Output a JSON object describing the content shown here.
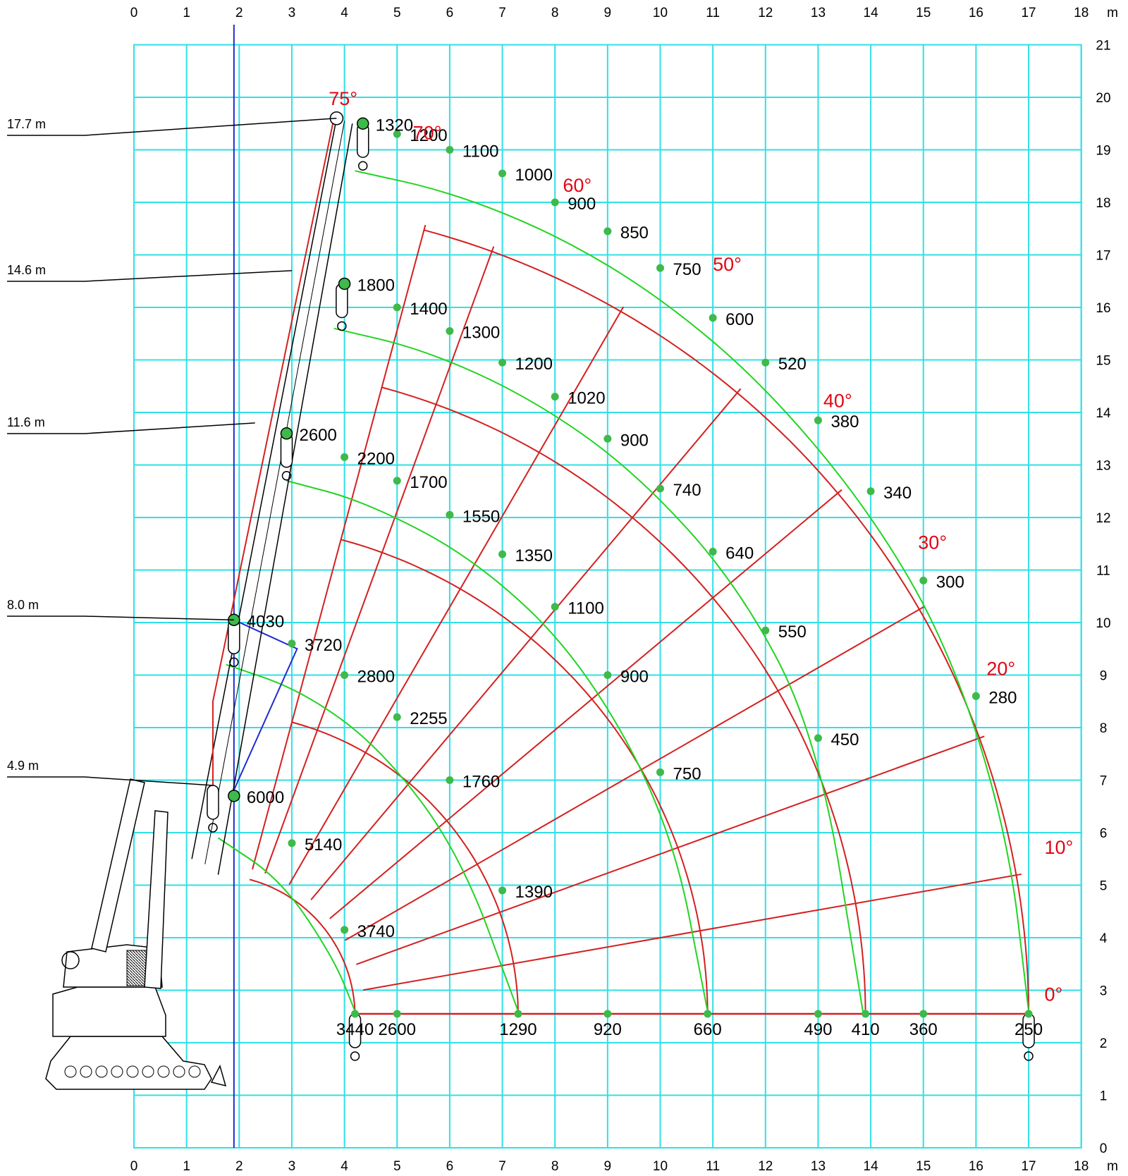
{
  "colors": {
    "grid": "#2fe0e6",
    "radius_curve": "#d42020",
    "hook_curve": "#22d422",
    "angle_label": "#e30613",
    "point": "#3dba4a",
    "limit_line": "#1f2bd0",
    "text": "#000000"
  },
  "chart_data": {
    "type": "scatter",
    "title": "",
    "x_unit": "m",
    "y_unit": "",
    "xlim": [
      0,
      18
    ],
    "ylim": [
      0,
      21
    ],
    "x_ticks": [
      "0",
      "1",
      "2",
      "3",
      "4",
      "5",
      "6",
      "7",
      "8",
      "9",
      "10",
      "11",
      "12",
      "13",
      "14",
      "15",
      "16",
      "17",
      "18"
    ],
    "y_ticks": [
      "0",
      "1",
      "2",
      "3",
      "4",
      "5",
      "6",
      "7",
      "8",
      "9",
      "10",
      "11",
      "12",
      "13",
      "14",
      "15",
      "16",
      "17",
      "18",
      "19",
      "20",
      "21"
    ],
    "boom_lengths": [
      "4.9 m",
      "8.0 m",
      "11.6 m",
      "14.6 m",
      "17.7 m"
    ],
    "angles": [
      {
        "label": "0°",
        "deg": 0
      },
      {
        "label": "10°",
        "deg": 10
      },
      {
        "label": "20°",
        "deg": 20
      },
      {
        "label": "30°",
        "deg": 30
      },
      {
        "label": "40°",
        "deg": 40
      },
      {
        "label": "50°",
        "deg": 50
      },
      {
        "label": "60°",
        "deg": 60
      },
      {
        "label": "70°",
        "deg": 70
      },
      {
        "label": "75°",
        "deg": 75
      }
    ],
    "pivot": {
      "x": 1.5,
      "y": 2.5
    },
    "arc_radii_m": [
      2.7,
      5.8,
      9.4,
      12.4,
      15.5
    ],
    "series": [
      {
        "name": "4.9 m",
        "points": [
          {
            "x": 1.9,
            "y": 6.7,
            "label": "6000"
          },
          {
            "x": 3.0,
            "y": 5.8,
            "label": "5140"
          },
          {
            "x": 4.0,
            "y": 4.15,
            "label": "3740"
          },
          {
            "x": 4.2,
            "y": 2.55,
            "label": "3440"
          }
        ]
      },
      {
        "name": "8.0 m",
        "points": [
          {
            "x": 1.9,
            "y": 10.05,
            "label": "4030"
          },
          {
            "x": 3.0,
            "y": 9.6,
            "label": "3720"
          },
          {
            "x": 4.0,
            "y": 9.0,
            "label": "2800"
          },
          {
            "x": 5.0,
            "y": 8.2,
            "label": "2255"
          },
          {
            "x": 6.0,
            "y": 7.0,
            "label": "1760"
          },
          {
            "x": 7.0,
            "y": 4.9,
            "label": "1390"
          },
          {
            "x": 5.0,
            "y": 2.55,
            "label": "2600"
          },
          {
            "x": 7.3,
            "y": 2.55,
            "label": "1290"
          }
        ]
      },
      {
        "name": "11.6 m",
        "points": [
          {
            "x": 2.9,
            "y": 13.6,
            "label": "2600"
          },
          {
            "x": 4.0,
            "y": 13.15,
            "label": "2200"
          },
          {
            "x": 5.0,
            "y": 12.7,
            "label": "1700"
          },
          {
            "x": 6.0,
            "y": 12.05,
            "label": "1550"
          },
          {
            "x": 7.0,
            "y": 11.3,
            "label": "1350"
          },
          {
            "x": 8.0,
            "y": 10.3,
            "label": "1100"
          },
          {
            "x": 9.0,
            "y": 9.0,
            "label": "900"
          },
          {
            "x": 10.0,
            "y": 7.15,
            "label": "750"
          },
          {
            "x": 9.0,
            "y": 2.55,
            "label": "920"
          },
          {
            "x": 10.9,
            "y": 2.55,
            "label": "660"
          }
        ]
      },
      {
        "name": "14.6 m",
        "points": [
          {
            "x": 4.0,
            "y": 16.45,
            "label": "1800"
          },
          {
            "x": 5.0,
            "y": 16.0,
            "label": "1400"
          },
          {
            "x": 6.0,
            "y": 15.55,
            "label": "1300"
          },
          {
            "x": 7.0,
            "y": 14.95,
            "label": "1200"
          },
          {
            "x": 8.0,
            "y": 14.3,
            "label": "1020"
          },
          {
            "x": 9.0,
            "y": 13.5,
            "label": "900"
          },
          {
            "x": 10.0,
            "y": 12.55,
            "label": "740"
          },
          {
            "x": 11.0,
            "y": 11.35,
            "label": "640"
          },
          {
            "x": 12.0,
            "y": 9.85,
            "label": "550"
          },
          {
            "x": 13.0,
            "y": 7.8,
            "label": "450"
          },
          {
            "x": 13.0,
            "y": 2.55,
            "label": "490"
          },
          {
            "x": 13.9,
            "y": 2.55,
            "label": "410"
          }
        ]
      },
      {
        "name": "17.7 m",
        "points": [
          {
            "x": 4.35,
            "y": 19.5,
            "label": "1320"
          },
          {
            "x": 5.0,
            "y": 19.3,
            "label": "1200"
          },
          {
            "x": 6.0,
            "y": 19.0,
            "label": "1100"
          },
          {
            "x": 7.0,
            "y": 18.55,
            "label": "1000"
          },
          {
            "x": 8.0,
            "y": 18.0,
            "label": "900"
          },
          {
            "x": 9.0,
            "y": 17.45,
            "label": "850"
          },
          {
            "x": 10.0,
            "y": 16.75,
            "label": "750"
          },
          {
            "x": 11.0,
            "y": 15.8,
            "label": "600"
          },
          {
            "x": 12.0,
            "y": 14.95,
            "label": "520"
          },
          {
            "x": 13.0,
            "y": 13.85,
            "label": "380"
          },
          {
            "x": 14.0,
            "y": 12.5,
            "label": "340"
          },
          {
            "x": 15.0,
            "y": 10.8,
            "label": "300"
          },
          {
            "x": 16.0,
            "y": 8.6,
            "label": "280"
          },
          {
            "x": 15.0,
            "y": 2.55,
            "label": "360"
          },
          {
            "x": 17.0,
            "y": 2.55,
            "label": "250"
          }
        ]
      }
    ]
  }
}
